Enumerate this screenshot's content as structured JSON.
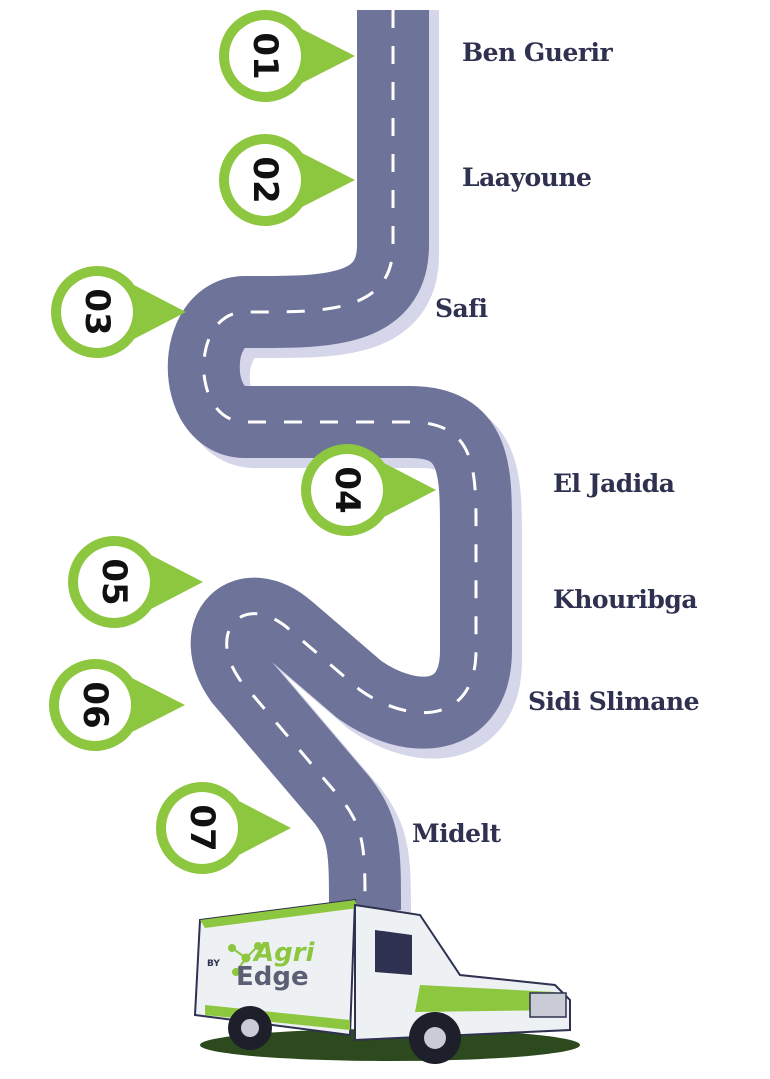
{
  "stops": [
    {
      "number": "01",
      "city": "Ben Guerir"
    },
    {
      "number": "02",
      "city": "Laayoune"
    },
    {
      "number": "03",
      "city": "Safi"
    },
    {
      "number": "04",
      "city": "El Jadida"
    },
    {
      "number": "05",
      "city": "Khouribga"
    },
    {
      "number": "06",
      "city": "Sidi Slimane"
    },
    {
      "number": "07",
      "city": "Midelt"
    }
  ],
  "truck": {
    "by": "BY",
    "brand_line1": "Agri",
    "brand_line2": "Edge"
  },
  "colors": {
    "road": "#6e7399",
    "road_shadow": "#d6d6ea",
    "marking": "#ffffff",
    "pin_green": "#8dc63f",
    "pin_inner": "#ffffff",
    "text": "#2f3150"
  }
}
